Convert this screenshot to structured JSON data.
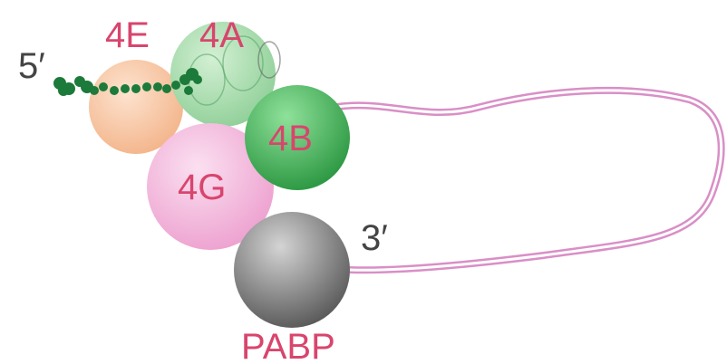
{
  "labels": {
    "five_prime": "5′",
    "three_prime": "3′",
    "eif4e": "4E",
    "eif4a": "4A",
    "eif4b": "4B",
    "eif4g": "4G",
    "pabp": "PABP"
  },
  "colors": {
    "factor_label": "#d8456d",
    "end_label": "#444444",
    "mrna_loop": "#d98fc6",
    "cap_chain": "#1c7a3a",
    "eif4e": "#f7c7a3",
    "eif4a": "#a8dcae",
    "eif4b": "#3fae57",
    "eif4g": "#f2b6dc",
    "pabp": "#7a7a7a"
  }
}
